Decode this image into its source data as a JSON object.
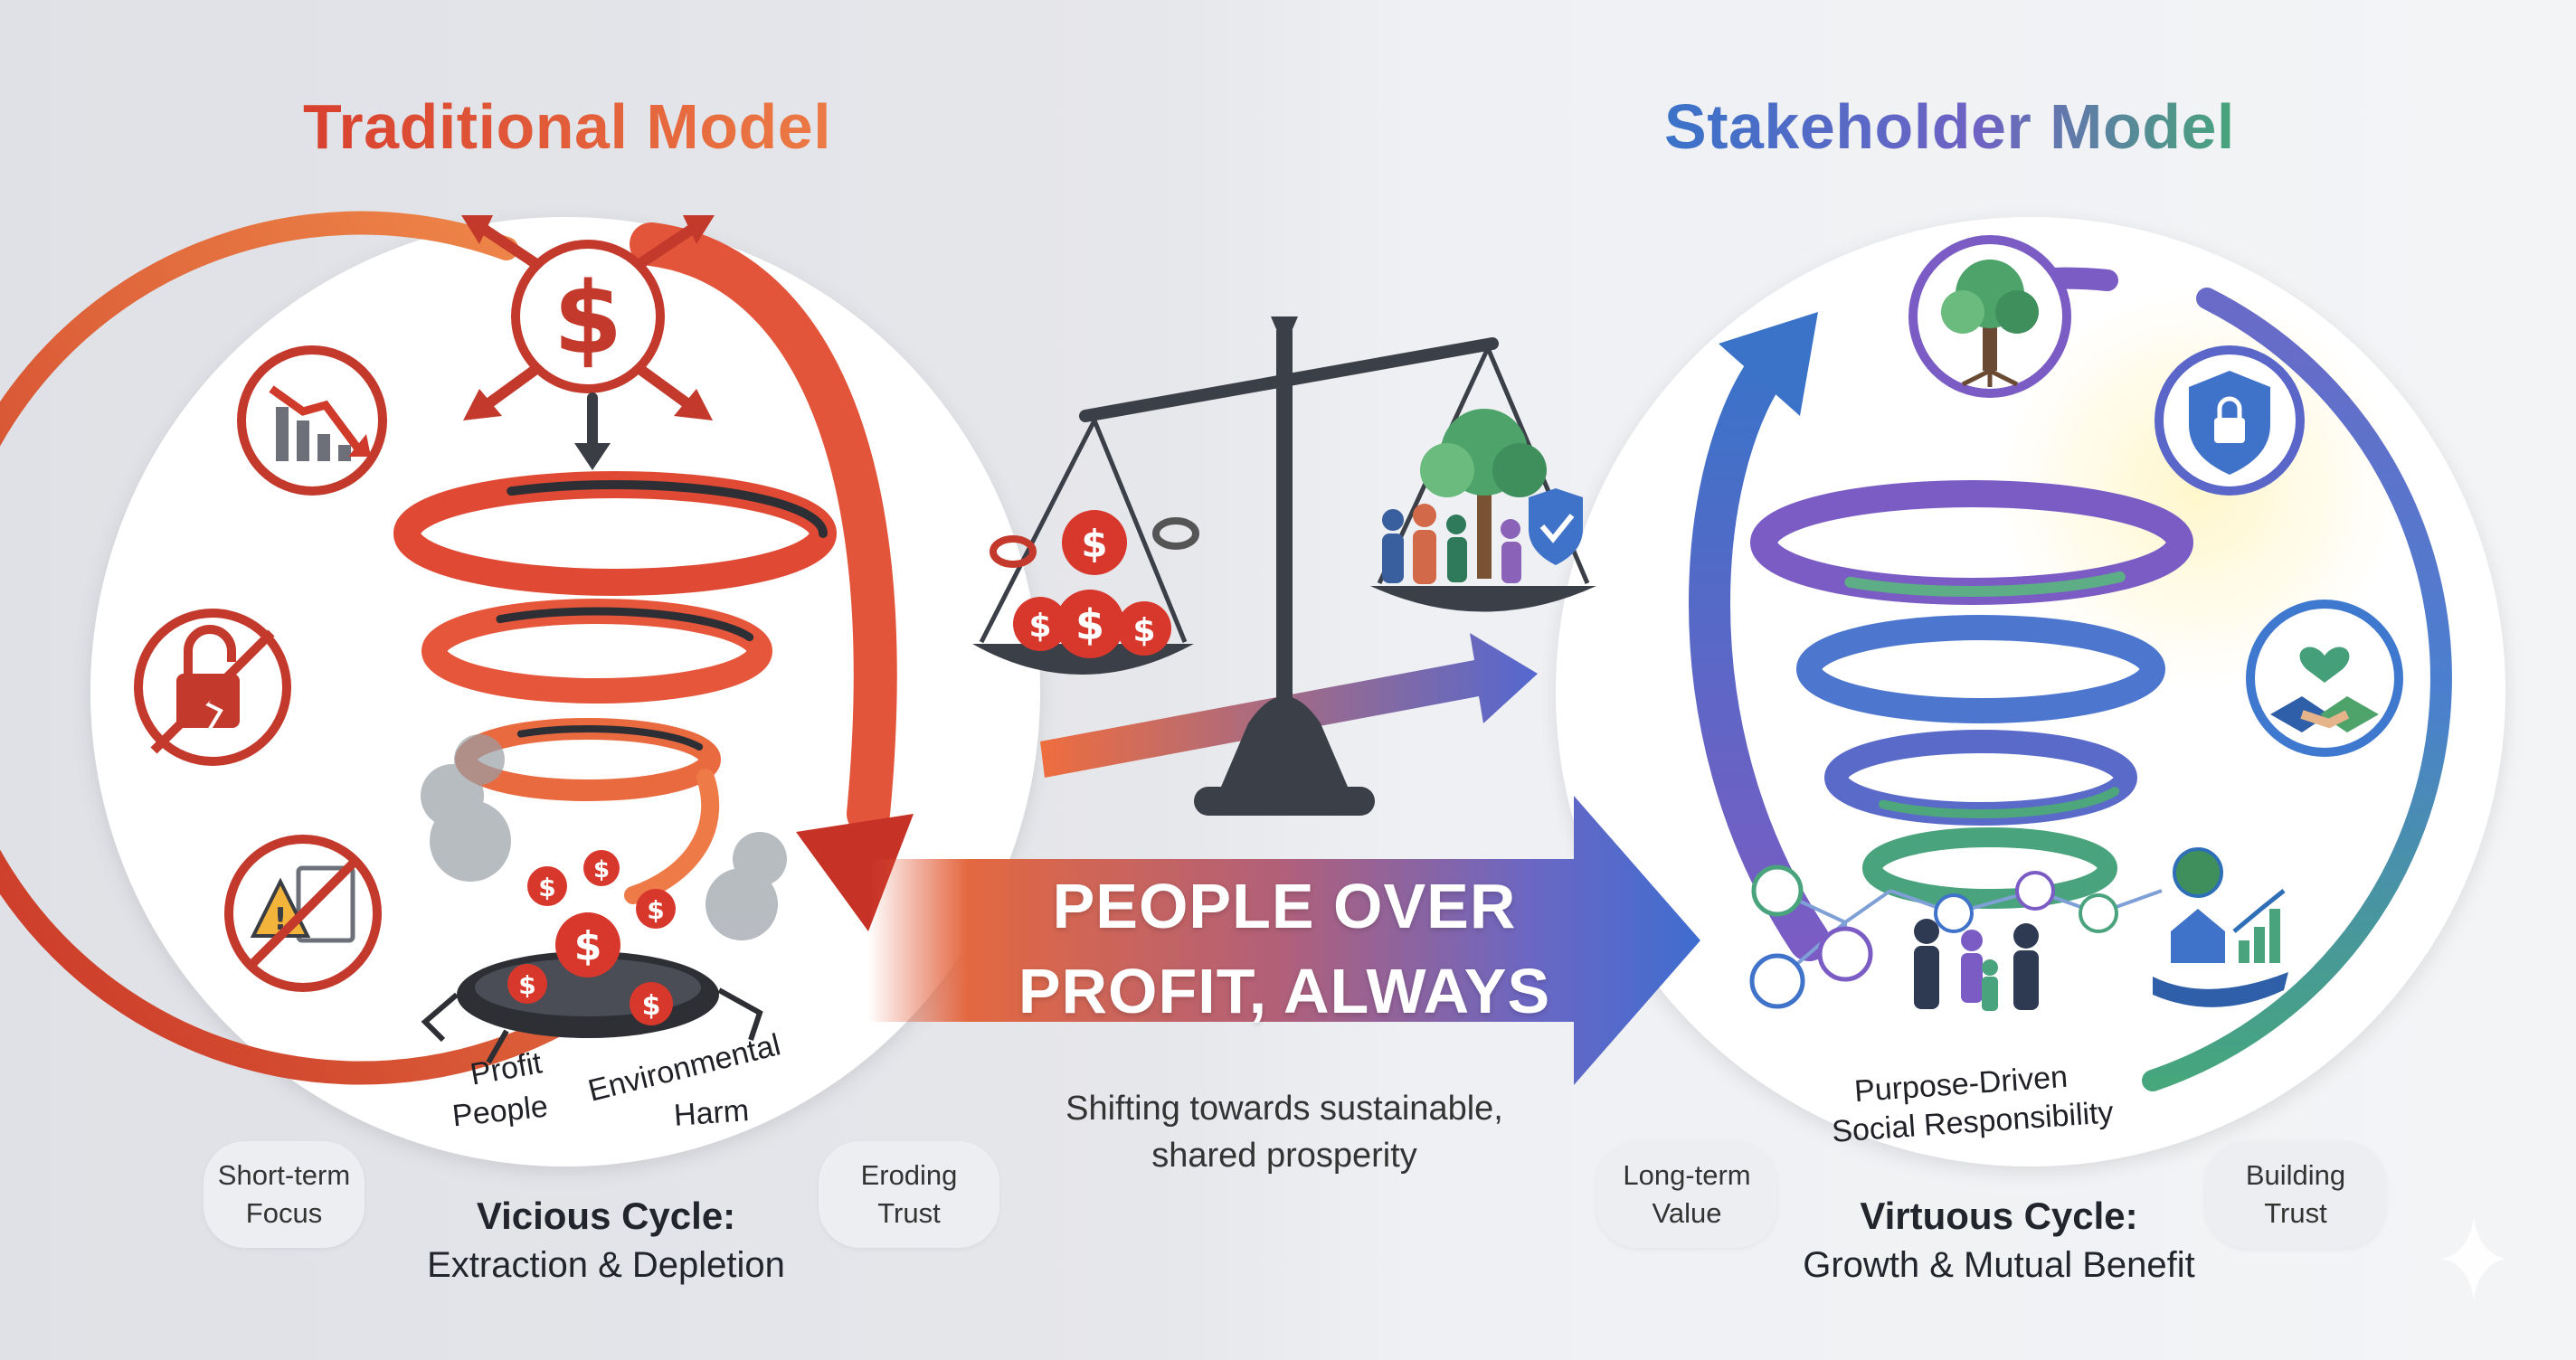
{
  "traditional": {
    "title": "Traditional Model",
    "pit_labels": {
      "profit": "Profit",
      "people": "People",
      "environmental": "Environmental",
      "harm": "Harm"
    },
    "bubble_left": [
      "Short-term",
      "Focus"
    ],
    "bubble_right": [
      "Eroding",
      "Trust"
    ],
    "cycle_title": "Vicious Cycle:",
    "cycle_subtitle": "Extraction & Depletion",
    "icons": [
      "dollar-explosion-icon",
      "declining-chart-icon",
      "broken-lock-icon",
      "warning-document-prohibited-icon",
      "money-pit-icon"
    ]
  },
  "stakeholder": {
    "title": "Stakeholder Model",
    "arc_labels": [
      "Purpose-Driven",
      "Social Responsibility"
    ],
    "bubble_left": [
      "Long-term",
      "Value"
    ],
    "bubble_right": [
      "Building",
      "Trust"
    ],
    "cycle_title": "Virtuous Cycle:",
    "cycle_subtitle": "Growth & Mutual Benefit",
    "icons": [
      "tree-icon",
      "shield-lock-icon",
      "handshake-heart-icon",
      "community-network-icon",
      "house-growth-hand-icon"
    ]
  },
  "center": {
    "banner": [
      "PEOPLE OVER",
      "PROFIT, ALWAYS"
    ],
    "subtitle": [
      "Shifting towards sustainable,",
      "shared prosperity"
    ],
    "icons": [
      "balance-scale-icon",
      "chained-money-icon",
      "people-tree-shield-icon"
    ]
  },
  "colors": {
    "traditional_red": "#d8402f",
    "traditional_orange": "#ec7b45",
    "stakeholder_blue": "#3a73c8",
    "stakeholder_purple": "#7a5cc4",
    "stakeholder_green": "#47a57a",
    "scale_dark": "#3b3f47"
  }
}
